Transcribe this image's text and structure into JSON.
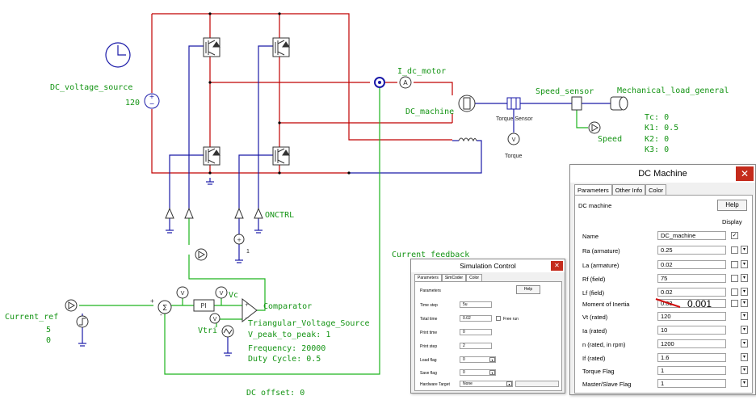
{
  "schematic": {
    "labels": {
      "dc_voltage_source": "DC_voltage_source",
      "dc_voltage_value": "120",
      "i_dc_motor": "I_dc_motor",
      "dc_machine": "DC_machine",
      "torque_sensor": "Torque Sensor",
      "torque": "Torque",
      "speed_sensor": "Speed_sensor",
      "speed": "Speed",
      "mechanical_load": "Mechanical_load_general",
      "tc": "Tc: 0",
      "k1": "K1: 0.5",
      "k2": "K2: 0",
      "k3": "K3: 0",
      "onctrl": "ONCTRL",
      "one": "1",
      "current_feedback": "Current feedback",
      "current_ref": "Current_ref",
      "current_ref_val1": "5",
      "current_ref_val2": "0",
      "vc": "Vc",
      "vtri": "Vtri",
      "comparator": "Comparator",
      "tri_source": "Triangular_Voltage_Source",
      "v_peak": "V_peak_to_peak: 1",
      "frequency": "Frequency: 20000",
      "duty_cycle": "Duty Cycle: 0.5",
      "dc_offset": "DC offset: 0",
      "pi": "PI",
      "plus": "+",
      "minus": "-",
      "ammeter_letter": "A",
      "voltmeter_letter": "V"
    },
    "colors": {
      "power_wire": "#c00000",
      "control_wire": "#1db31d",
      "machine_wire": "#1a1aa8",
      "text": "#149414"
    }
  },
  "dc_machine_dialog": {
    "title": "DC Machine",
    "close_glyph": "✕",
    "tabs": [
      "Parameters",
      "Other Info",
      "Color"
    ],
    "subtitle": "DC machine",
    "help_label": "Help",
    "display_label": "Display",
    "annotation": "0.001",
    "rows": [
      {
        "label": "Name",
        "value": "DC_machine",
        "check": "✓",
        "dd": ""
      },
      {
        "label": "Ra (armature)",
        "value": "0.25",
        "check": "",
        "dd": "▾"
      },
      {
        "label": "La (armature)",
        "value": "0.02",
        "check": "",
        "dd": "▾"
      },
      {
        "label": "Rf (field)",
        "value": "75",
        "check": "",
        "dd": "▾"
      },
      {
        "label": "Lf (field)",
        "value": "0.02",
        "check": "",
        "dd": "▾"
      },
      {
        "label": "Moment of Inertia",
        "value": "0.03",
        "check": "",
        "dd": "▾"
      },
      {
        "label": "Vt (rated)",
        "value": "120",
        "check": "",
        "dd": "▾"
      },
      {
        "label": "Ia (rated)",
        "value": "10",
        "check": "",
        "dd": "▾"
      },
      {
        "label": "n (rated, in rpm)",
        "value": "1200",
        "check": "",
        "dd": "▾"
      },
      {
        "label": "If (rated)",
        "value": "1.6",
        "check": "",
        "dd": "▾"
      },
      {
        "label": "Torque Flag",
        "value": "1",
        "check": "",
        "dd": "▾"
      },
      {
        "label": "Master/Slave Flag",
        "value": "1",
        "check": "",
        "dd": "▾"
      }
    ]
  },
  "sim_control_dialog": {
    "title": "Simulation Control",
    "close_glyph": "✕",
    "tabs": [
      "Parameters",
      "SimCoder",
      "Color"
    ],
    "subtitle": "Parameters",
    "help_label": "Help",
    "free_run_label": "Free run",
    "rows": [
      {
        "label": "Time step",
        "value": "5u"
      },
      {
        "label": "Total time",
        "value": "0.02"
      },
      {
        "label": "Print time",
        "value": "0"
      },
      {
        "label": "Print step",
        "value": "2"
      },
      {
        "label": "Load flag",
        "value": "0"
      },
      {
        "label": "Save flag",
        "value": "0"
      },
      {
        "label": "Hardware Target",
        "value": "None"
      }
    ]
  }
}
